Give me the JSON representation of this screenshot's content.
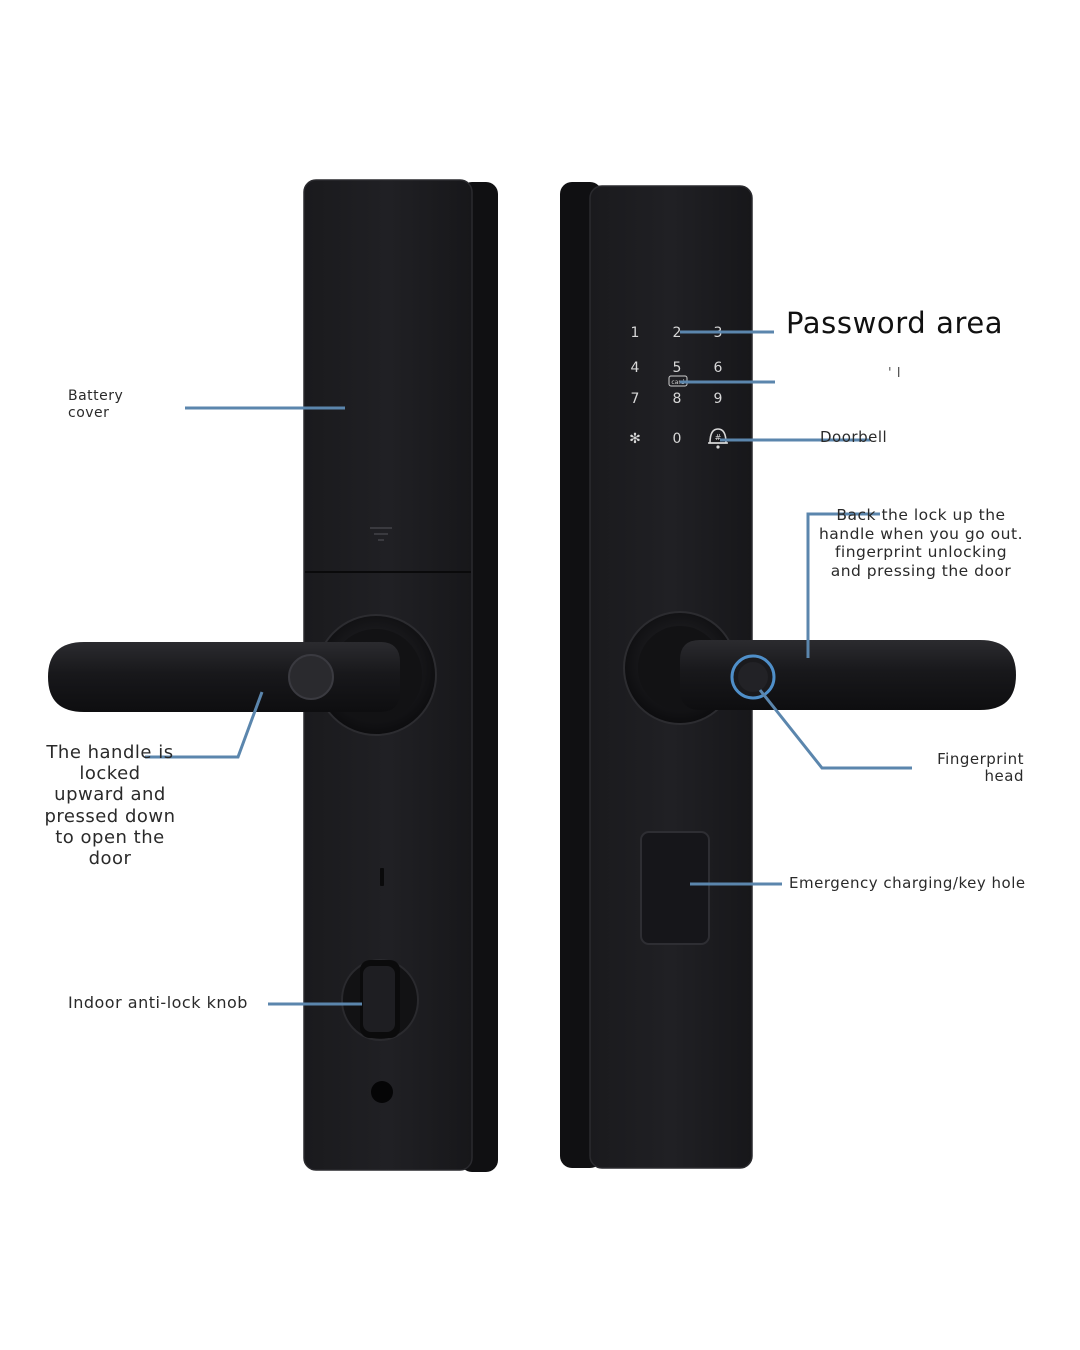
{
  "colors": {
    "background": "#ffffff",
    "lock_body": "#141416",
    "lock_face": "#1c1c1f",
    "lock_edge": "#2e2e32",
    "keypad_text": "#d8d8d8",
    "callout_line": "#5b86ad",
    "fingerprint_ring": "#4f8fc9",
    "label_text": "#2a2a2a"
  },
  "keypad": {
    "keys": [
      "1",
      "2",
      "3",
      "4",
      "5",
      "6",
      "7",
      "8",
      "9",
      "*",
      "0",
      "#"
    ],
    "card_badge": "card"
  },
  "labels": {
    "battery_cover": "Battery\ncover",
    "handle_locked": "The handle is\nlocked\nupward and\npressed down\nto open the\ndoor",
    "indoor_knob": "Indoor anti-lock knob",
    "password_area": "Password area",
    "card_area": "' I",
    "doorbell": "Doorbell",
    "back_lock": "Back the lock up the\nhandle when you go out.\nfingerprint unlocking\nand pressing the door",
    "fingerprint_head": "Fingerprint\nhead",
    "emergency": "Emergency charging/key hole"
  },
  "icons": {
    "doorbell": "bell-icon",
    "fingerprint": "fingerprint-sensor-icon",
    "indoor_knob": "thumb-turn-knob-icon",
    "battery_cover_mark": "battery-cover-release-icon"
  }
}
